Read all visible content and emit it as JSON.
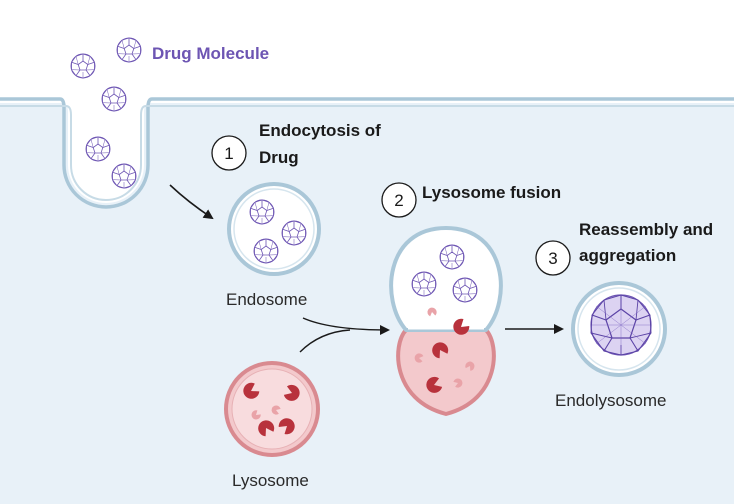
{
  "diagram": {
    "drug_label": "Drug Molecule",
    "step1_number": "1",
    "step1_line1": "Endocytosis of",
    "step1_line2": "Drug",
    "step2_number": "2",
    "step2_label": "Lysosome fusion",
    "step3_number": "3",
    "step3_line1": "Reassembly and",
    "step3_line2": "aggregation",
    "endosome_label": "Endosome",
    "lysosome_label": "Lysosome",
    "endolysosome_label": "Endolysosome"
  },
  "colors": {
    "cell_interior": "#e8f1f8",
    "membrane": "#aac7d8",
    "drug_purple": "#6d55b3",
    "lysosome_fill": "#f3c9cc",
    "lysosome_membrane": "#d98a90",
    "enzyme_red": "#b8323c",
    "enzyme_light": "#e9a3a8",
    "arrow": "#1a1a1a"
  }
}
